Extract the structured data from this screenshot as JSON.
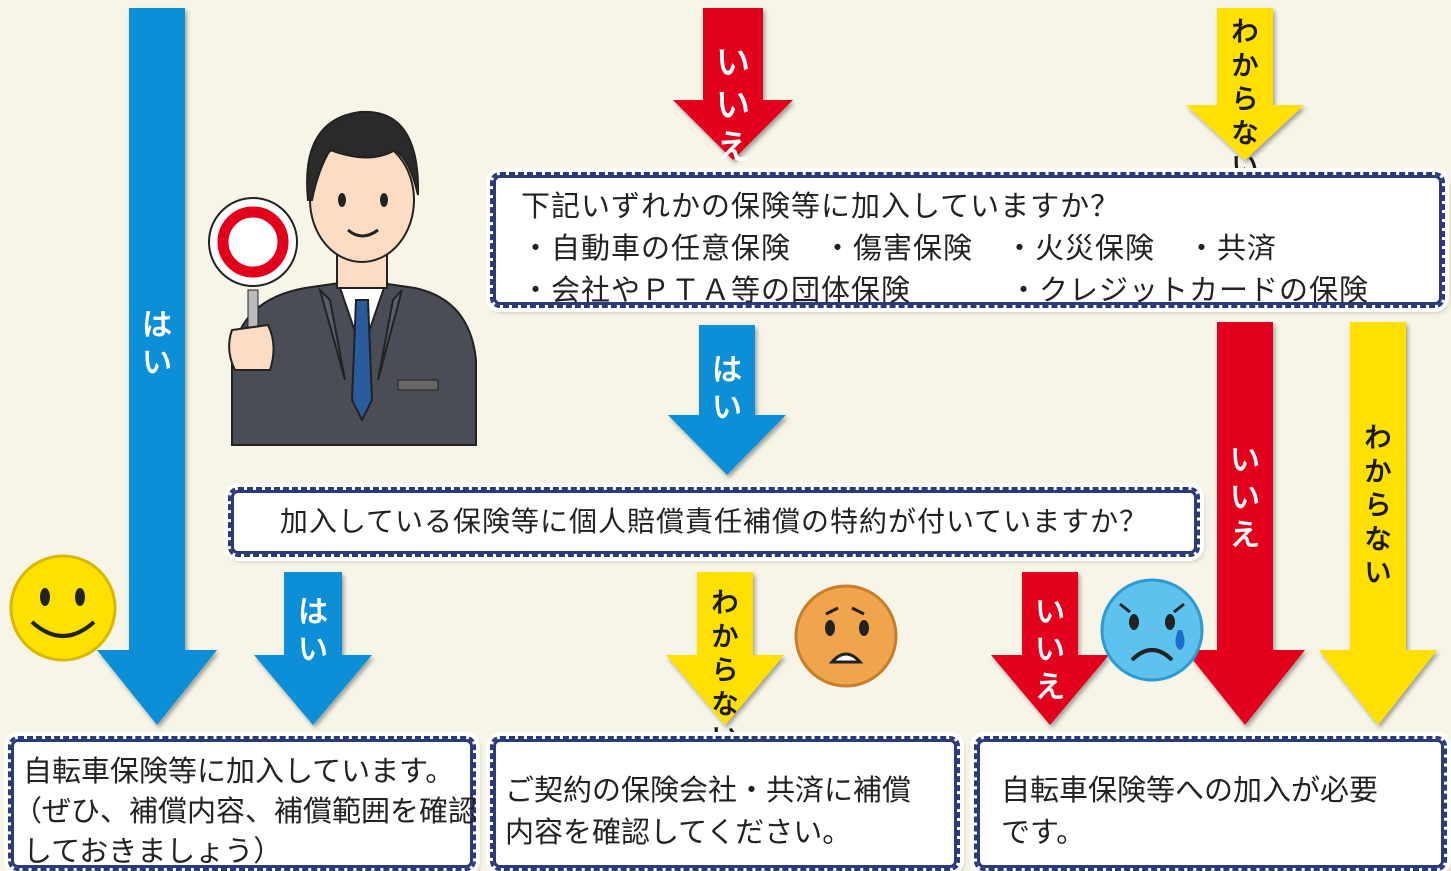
{
  "colors": {
    "yes": "#0a8fd8",
    "no": "#e2001a",
    "unknown": "#ffe000",
    "box_border": "#2b3a78",
    "background": "#f6f5e8"
  },
  "labels": {
    "yes": "はい",
    "no": "いいえ",
    "unknown": "わからない"
  },
  "question1": {
    "title": "下記いずれかの保険等に加入していますか？",
    "items_row1": [
      "・自動車の任意保険",
      "・傷害保険",
      "・火災保険",
      "・共済"
    ],
    "items_row2": [
      "・会社やＰＴＡ等の団体保険",
      "・クレジットカードの保険"
    ]
  },
  "question2": "加入している保険等に個人賠償責任補償の特約が付いていますか？",
  "results": {
    "enrolled": [
      "自転車保険等に加入しています。",
      "（ぜひ、補償内容、補償範囲を確認",
      "しておきましょう）"
    ],
    "check": [
      "ご契約の保険会社・共済に補償",
      "内容を確認してください。"
    ],
    "required": [
      "自転車保険等への加入が必要",
      "です。"
    ]
  },
  "icons": [
    "smiley-happy-icon",
    "smiley-worried-icon",
    "smiley-sad-icon",
    "person-holding-circle-sign"
  ]
}
